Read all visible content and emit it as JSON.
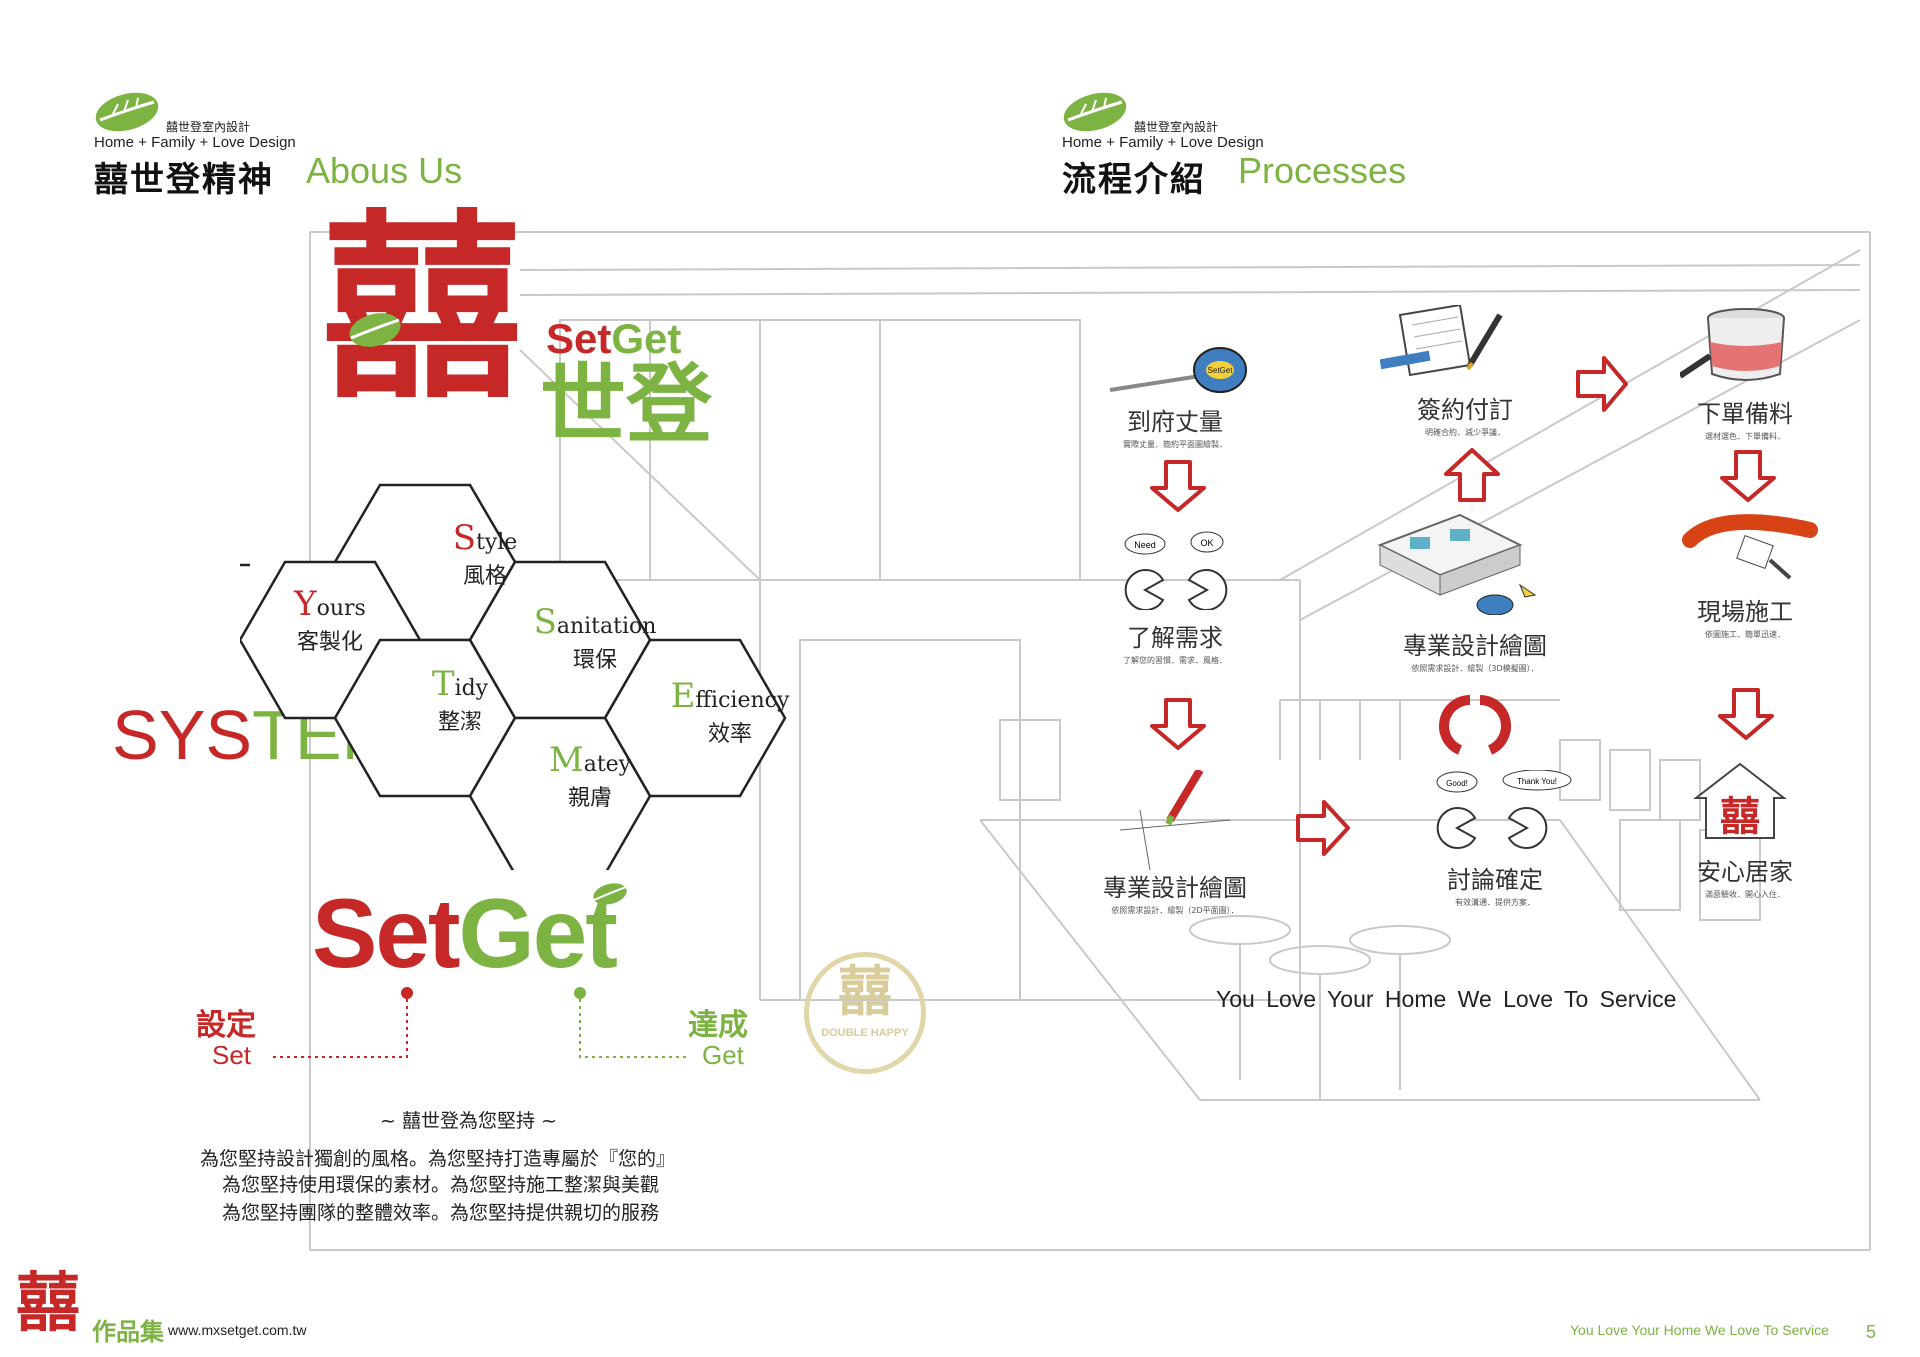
{
  "left_header": {
    "brand_cn": "囍世登室內設計",
    "tagline": "Home + Family + Love Design",
    "title_cn": "囍世登精神",
    "title_en": "Abous Us"
  },
  "right_header": {
    "brand_cn": "囍世登室內設計",
    "tagline": "Home + Family + Love Design",
    "title_cn": "流程介紹",
    "title_en": "Processes"
  },
  "logo": {
    "double_happiness": "囍",
    "setget": "SetGet",
    "cn": "世登"
  },
  "system_label": {
    "part1": "SYS",
    "part2": "TEM"
  },
  "hexagons": [
    {
      "key": "style",
      "letter": "S",
      "rest": "tyle",
      "cn": "風格"
    },
    {
      "key": "yours",
      "letter": "Y",
      "rest": "ours",
      "cn": "客製化"
    },
    {
      "key": "sanitation",
      "letter": "S",
      "rest": "anitation",
      "cn": "環保"
    },
    {
      "key": "tidy",
      "letter": "T",
      "rest": "idy",
      "cn": "整潔"
    },
    {
      "key": "efficiency",
      "letter": "E",
      "rest": "fficiency",
      "cn": "效率"
    },
    {
      "key": "matey",
      "letter": "M",
      "rest": "atey",
      "cn": "親膚"
    }
  ],
  "setget_block": {
    "set": "Set",
    "get": "Get",
    "set_cn": "設定",
    "set_en": "Set",
    "get_cn": "達成",
    "get_en": "Get"
  },
  "statement": {
    "heading": "~ 囍世登為您堅持 ~",
    "lines": [
      "為您堅持設計獨創的風格。為您堅持打造專屬於『您的』",
      "為您堅持使用環保的素材。為您堅持施工整潔與美觀",
      "為您堅持團隊的整體效率。為您堅持提供親切的服務"
    ]
  },
  "steps": [
    {
      "title": "到府丈量",
      "sub": "實際丈量．簡約平面圖繪製．"
    },
    {
      "title": "簽約付訂",
      "sub": "明確合約．減少爭議．"
    },
    {
      "title": "下單備料",
      "sub": "選材選色．下單備料．"
    },
    {
      "title": "了解需求",
      "sub": "了解您的習慣．需求．風格．"
    },
    {
      "title": "專業設計繪圖",
      "sub": "依照需求設計．繪製（3D模擬圖）．"
    },
    {
      "title": "現場施工",
      "sub": "依圖施工．簡單迅速．"
    },
    {
      "title": "專業設計繪圖",
      "sub": "依照需求設計．繪製（2D平面圖）．"
    },
    {
      "title": "討論確定",
      "sub": "有效溝通．提供方案．"
    },
    {
      "title": "安心居家",
      "sub": "滿意驗收．開心入住．"
    }
  ],
  "icon_labels": {
    "need": "Need",
    "ok": "OK",
    "good": "Good!",
    "thank_you": "Thank You!",
    "tape_brand": "SetGet",
    "seal_top": "囍",
    "seal_bottom": "DOUBLE HAPPY"
  },
  "slogan": "You Love Your Home We Love To Service",
  "footer": {
    "logo_cn": "囍",
    "portfolio": "作品集",
    "url": "www.mxsetget.com.tw",
    "slogan": "You Love Your Home We Love To Service",
    "page": "5"
  },
  "colors": {
    "red": "#c62828",
    "green": "#7cb342",
    "dark_green": "#558b2f"
  }
}
